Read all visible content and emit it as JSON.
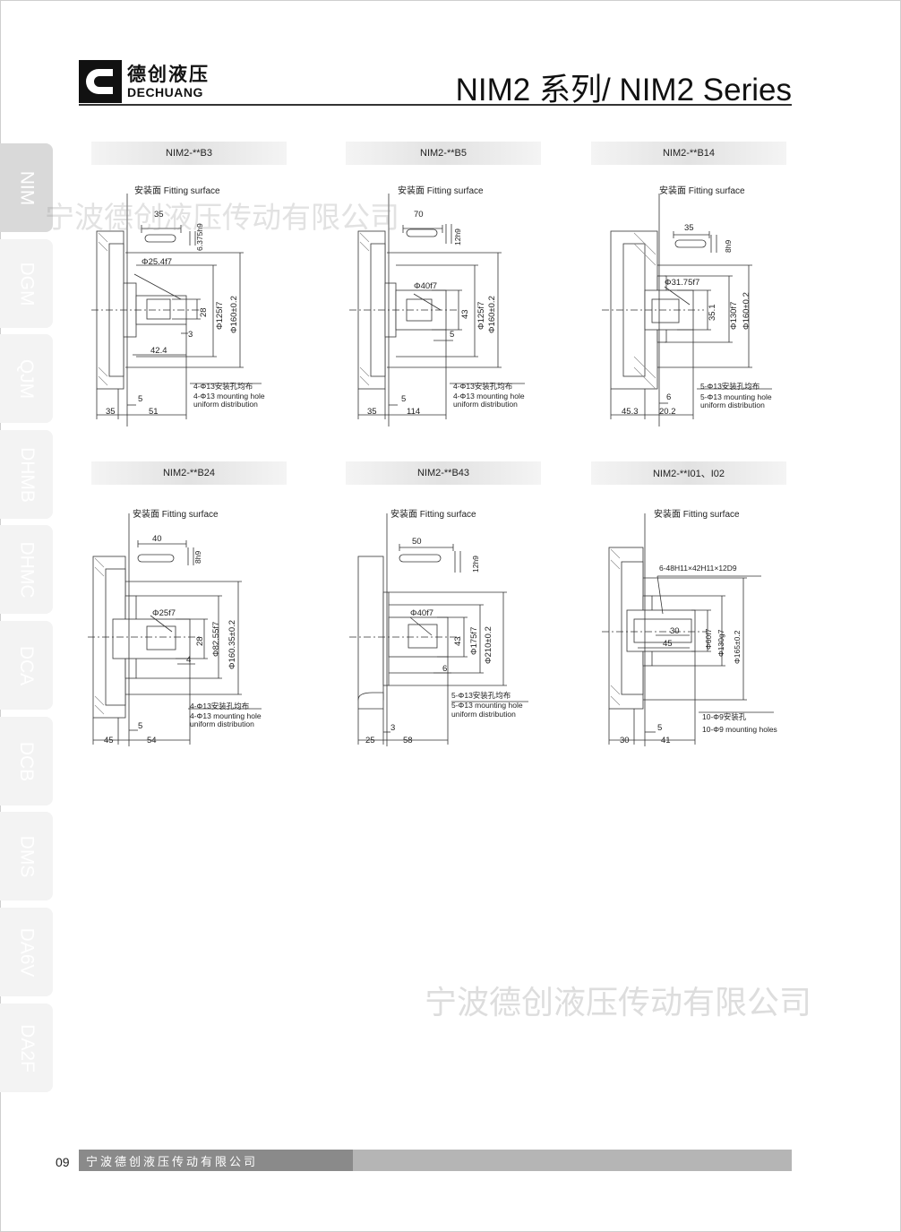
{
  "header": {
    "logo_cn": "德创液压",
    "logo_en": "DECHUANG",
    "title": "NIM2 系列/ NIM2 Series"
  },
  "side_tabs": [
    "NIM",
    "DGM",
    "QJM",
    "DHMB",
    "DHMC",
    "DCA",
    "DCB",
    "DMS",
    "DA6V",
    "DA2F"
  ],
  "watermark": "宁波德创液压传动有限公司",
  "fitting_surface_label": "安装面 Fitting surface",
  "drawings": [
    {
      "model": "NIM2-**B3",
      "dims": {
        "key_len": "35",
        "key_w": "6.375h9",
        "shaft": "Φ25.4f7",
        "shaft_h": "28",
        "pilot": "Φ125f7",
        "bolt_circle": "Φ160±0.2",
        "step": "3",
        "len2": "42.4",
        "flange": "5",
        "base": "35",
        "length": "51"
      },
      "holes_cn": "4-Φ13安装孔均布",
      "holes_en": "4-Φ13 mounting hole",
      "holes_en2": "uniform distribution"
    },
    {
      "model": "NIM2-**B5",
      "dims": {
        "key_len": "70",
        "key_w": "12h9",
        "shaft": "Φ40f7",
        "shaft_h": "43",
        "pilot": "Φ125f7",
        "bolt_circle": "Φ160±0.2",
        "step": "5",
        "flange": "5",
        "base": "35",
        "length": "114"
      },
      "holes_cn": "4-Φ13安装孔均布",
      "holes_en": "4-Φ13 mounting hole",
      "holes_en2": "uniform distribution"
    },
    {
      "model": "NIM2-**B14",
      "dims": {
        "key_len": "35",
        "key_w": "8h9",
        "shaft": "Φ31.75f7",
        "shaft_h": "35.1",
        "pilot": "Φ130f7",
        "bolt_circle": "Φ160±0.2",
        "flange": "6",
        "base": "45.3",
        "length": "20.2"
      },
      "holes_cn": "5-Φ13安装孔均布",
      "holes_en": "5-Φ13 mounting hole",
      "holes_en2": "uniform distribution"
    },
    {
      "model": "NIM2-**B24",
      "dims": {
        "key_len": "40",
        "key_w": "8h9",
        "shaft": "Φ25f7",
        "shaft_h": "28",
        "pilot": "Φ82.55f7",
        "bolt_circle": "Φ160.35±0.2",
        "step": "4",
        "flange": "5",
        "base": "45",
        "length": "54"
      },
      "holes_cn": "4-Φ13安装孔均布",
      "holes_en": "4-Φ13 mounting hole",
      "holes_en2": "uniform distribution"
    },
    {
      "model": "NIM2-**B43",
      "dims": {
        "key_len": "50",
        "key_w": "12h9",
        "shaft": "Φ40f7",
        "shaft_h": "43",
        "pilot": "Φ175f7",
        "bolt_circle": "Φ210±0.2",
        "step": "6",
        "flange": "3",
        "base": "25",
        "length": "58"
      },
      "holes_cn": "5-Φ13安装孔均布",
      "holes_en": "5-Φ13 mounting hole",
      "holes_en2": "uniform distribution"
    },
    {
      "model": "NIM2-**I01、I02",
      "dims": {
        "spline": "6-48H11×42H11×12D9",
        "bore_depth": "30",
        "bore_len": "45",
        "pilot_small": "Φ60f7",
        "pilot": "Φ130g7",
        "bolt_circle": "Φ165±0.2",
        "flange": "5",
        "base": "30",
        "length": "41"
      },
      "holes_cn": "10-Φ9安装孔",
      "holes_en": "10-Φ9 mounting holes",
      "holes_en2": ""
    }
  ],
  "footer": {
    "page_number": "09",
    "company": "宁波德创液压传动有限公司"
  }
}
